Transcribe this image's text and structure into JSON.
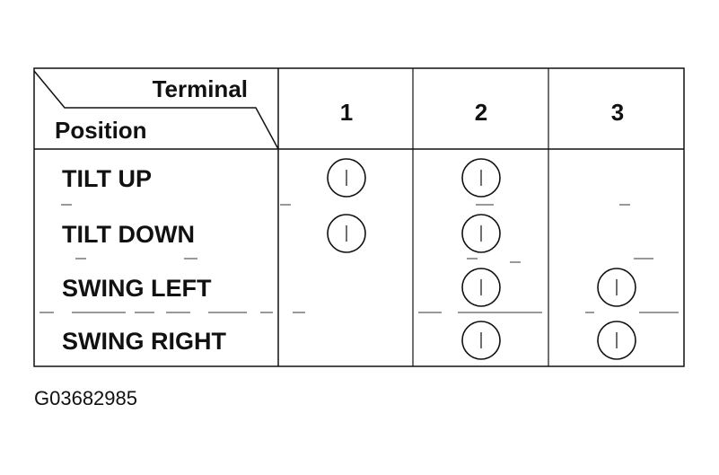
{
  "header": {
    "terminal_label": "Terminal",
    "position_label": "Position",
    "terminals": [
      "1",
      "2",
      "3"
    ]
  },
  "rows": [
    {
      "label": "TILT UP",
      "connected": [
        true,
        true,
        false
      ]
    },
    {
      "label": "TILT DOWN",
      "connected": [
        true,
        true,
        false
      ]
    },
    {
      "label": "SWING LEFT",
      "connected": [
        false,
        true,
        true
      ]
    },
    {
      "label": "SWING RIGHT",
      "connected": [
        false,
        true,
        true
      ]
    }
  ],
  "figure_code": "G03682985"
}
